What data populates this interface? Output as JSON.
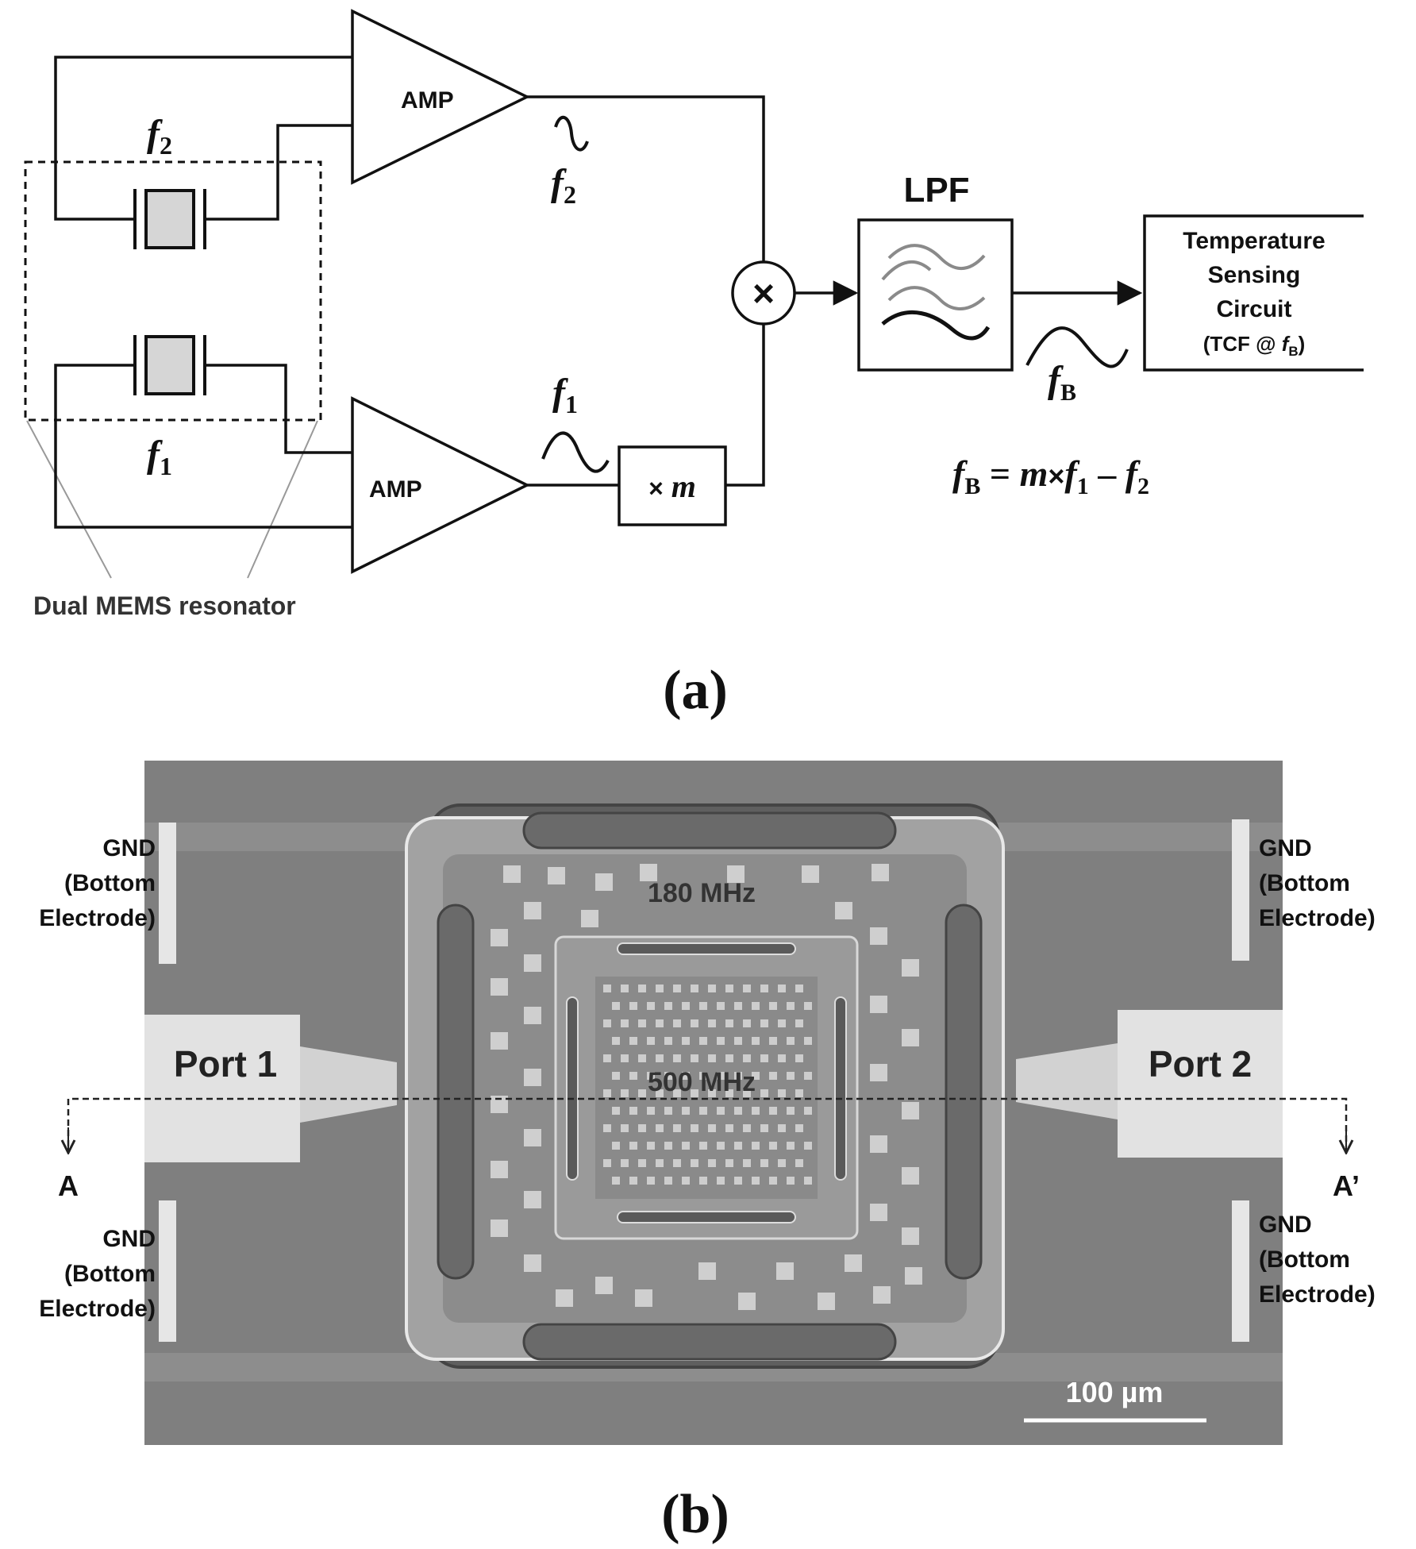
{
  "panel_a": {
    "caption": "(a)",
    "amp_top": "AMP",
    "amp_bottom": "AMP",
    "mixer_symbol": "×",
    "multiplier": {
      "symbol": "×",
      "var": "m"
    },
    "lpf": "LPF",
    "tsc": {
      "line1": "Temperature",
      "line2": "Sensing",
      "line3": "Circuit",
      "line4_pre": "(TCF @ ",
      "line4_var": "f",
      "line4_sub": "B",
      "line4_post": ")"
    },
    "f2_resonator": {
      "var": "f",
      "sub": "2"
    },
    "f1_resonator": {
      "var": "f",
      "sub": "1"
    },
    "f2_signal": {
      "var": "f",
      "sub": "2"
    },
    "f1_signal": {
      "var": "f",
      "sub": "1"
    },
    "fB_signal": {
      "var": "f",
      "sub": "B"
    },
    "formula": {
      "lhs_var": "f",
      "lhs_sub": "B",
      "eq": " = ",
      "m": "m",
      "times": "×",
      "f1_var": "f",
      "f1_sub": "1",
      "minus": " – ",
      "f2_var": "f",
      "f2_sub": "2"
    },
    "dual_mems_label": "Dual MEMS resonator"
  },
  "panel_b": {
    "caption": "(b)",
    "gnd_tl": {
      "l1": "GND",
      "l2": "(Bottom",
      "l3": "Electrode)"
    },
    "gnd_tr": {
      "l1": "GND",
      "l2": "(Bottom",
      "l3": "Electrode)"
    },
    "gnd_bl": {
      "l1": "GND",
      "l2": "(Bottom",
      "l3": "Electrode)"
    },
    "gnd_br": {
      "l1": "GND",
      "l2": "(Bottom",
      "l3": "Electrode)"
    },
    "port1": "Port 1",
    "port2": "Port 2",
    "freq_outer": "180 MHz",
    "freq_inner": "500 MHz",
    "section_a": "A",
    "section_a_prime": "A’",
    "scale_bar": "100 µm"
  }
}
